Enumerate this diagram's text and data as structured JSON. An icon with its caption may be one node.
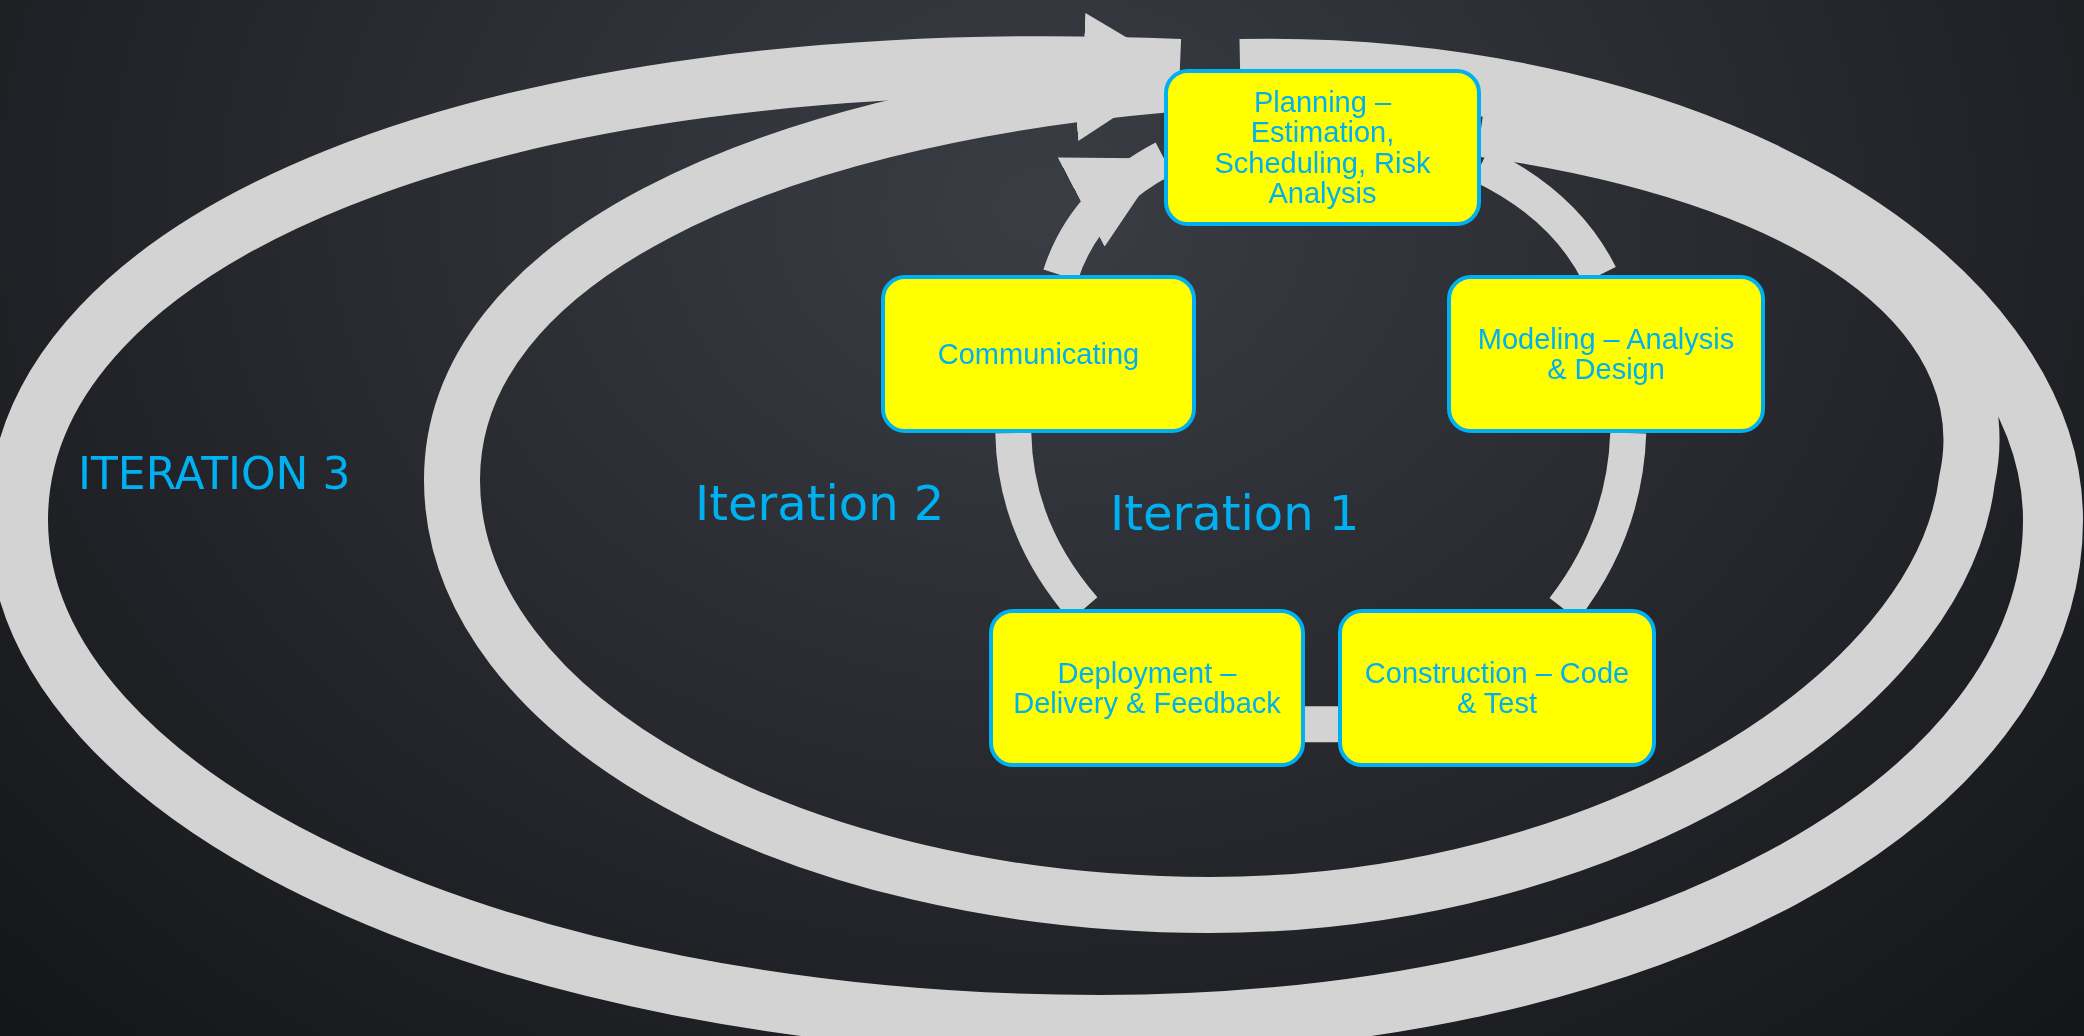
{
  "diagram": {
    "nodes": [
      {
        "text": [
          "Planning – Estimation, Scheduling, Risk Analysis"
        ]
      },
      {
        "text": [
          "Modeling – Analysis & Design"
        ]
      },
      {
        "text": [
          "Construction – Code & Test"
        ]
      },
      {
        "text": [
          "Deployment – Delivery & Feedback"
        ]
      },
      {
        "text": [
          "Communicating"
        ]
      }
    ],
    "edges": [
      {
        "from": 0,
        "to": 1,
        "arrow": "none"
      },
      {
        "from": 1,
        "to": 2,
        "arrow": "none"
      },
      {
        "from": 2,
        "to": 3,
        "arrow": "none"
      },
      {
        "from": 3,
        "to": 4,
        "arrow": "none"
      },
      {
        "from": 4,
        "to": 0,
        "arrow": "to"
      },
      {
        "from": 0,
        "to": 0,
        "arrow": "to"
      },
      {
        "from": 0,
        "to": 0,
        "arrow": "to"
      }
    ],
    "labels": [
      "ITERATION 3",
      "Iteration 2",
      "Iteration 1"
    ]
  }
}
